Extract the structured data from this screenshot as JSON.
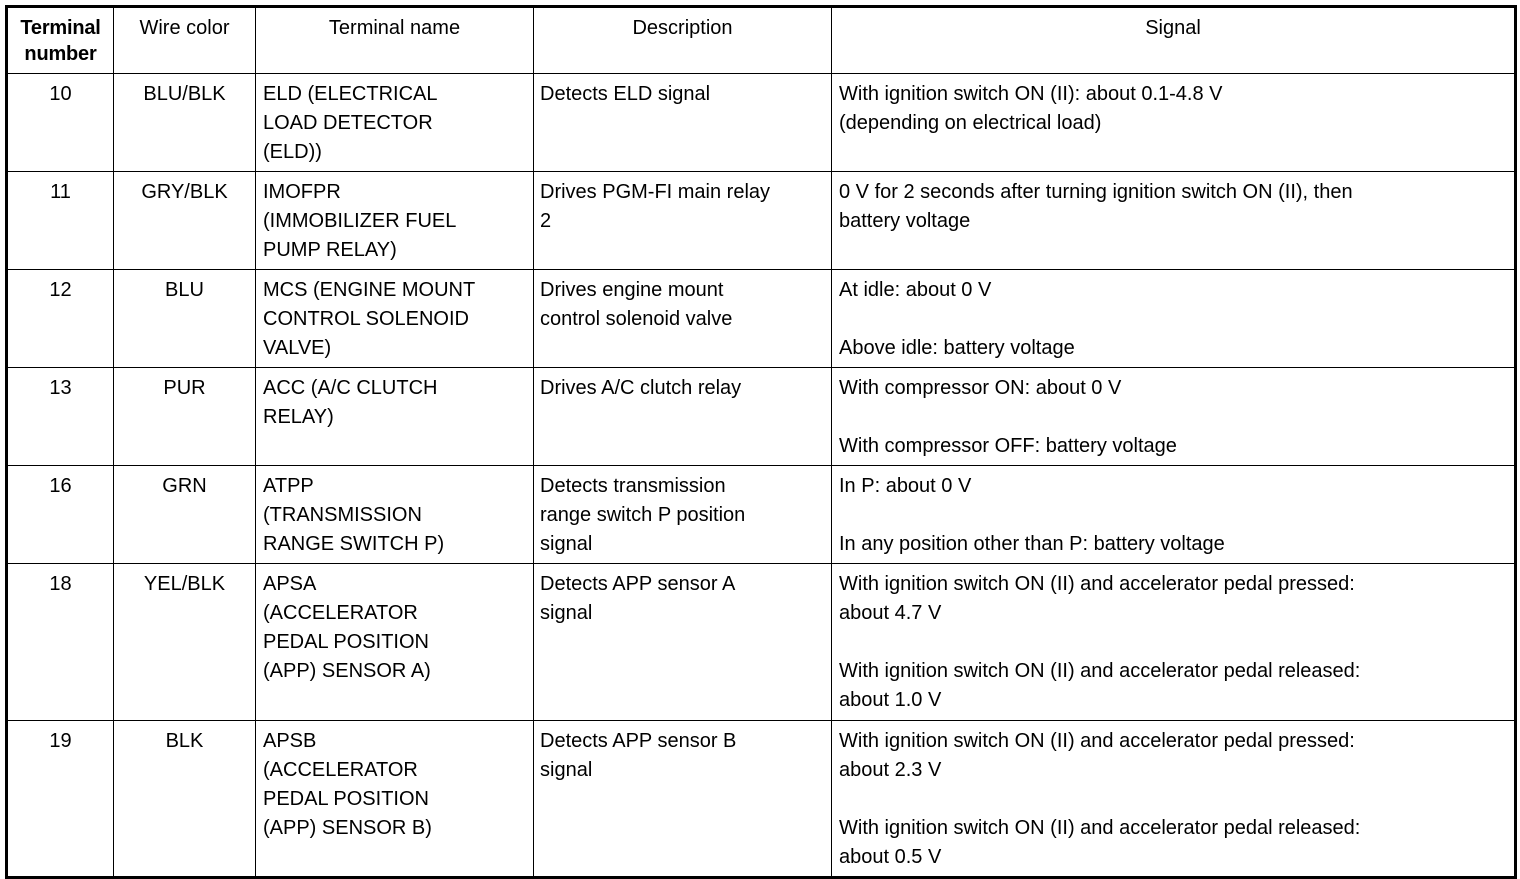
{
  "table": {
    "columns": [
      {
        "key": "terminal_number",
        "label": "Terminal\nnumber",
        "align": "center",
        "bold": true
      },
      {
        "key": "wire_color",
        "label": "Wire color",
        "align": "center",
        "bold": false
      },
      {
        "key": "terminal_name",
        "label": "Terminal name",
        "align": "center",
        "bold": false
      },
      {
        "key": "description",
        "label": "Description",
        "align": "center",
        "bold": false
      },
      {
        "key": "signal",
        "label": "Signal",
        "align": "center",
        "bold": false
      }
    ],
    "rows": [
      {
        "terminal_number": "10",
        "wire_color": "BLU/BLK",
        "terminal_name": "ELD (ELECTRICAL\nLOAD DETECTOR\n(ELD))",
        "description": "Detects ELD signal",
        "signal": "With ignition switch ON (II): about 0.1-4.8 V\n(depending on electrical load)"
      },
      {
        "terminal_number": "11",
        "wire_color": "GRY/BLK",
        "terminal_name": "IMOFPR\n(IMMOBILIZER FUEL\nPUMP RELAY)",
        "description": "Drives PGM-FI main relay\n2",
        "signal": "0 V for 2 seconds after turning ignition switch ON (II), then\nbattery voltage"
      },
      {
        "terminal_number": "12",
        "wire_color": "BLU",
        "terminal_name": "MCS (ENGINE MOUNT\nCONTROL SOLENOID\nVALVE)",
        "description": "Drives engine mount\ncontrol solenoid valve",
        "signal": "At idle: about 0 V\n\nAbove idle: battery voltage"
      },
      {
        "terminal_number": "13",
        "wire_color": "PUR",
        "terminal_name": "ACC (A/C CLUTCH\nRELAY)",
        "description": "Drives A/C clutch relay",
        "signal": "With compressor ON: about 0 V\n\nWith compressor OFF: battery voltage"
      },
      {
        "terminal_number": "16",
        "wire_color": "GRN",
        "terminal_name": "ATPP\n(TRANSMISSION\nRANGE SWITCH P)",
        "description": "Detects transmission\nrange switch P position\nsignal",
        "signal": "In P: about 0 V\n\nIn any position other than P: battery voltage"
      },
      {
        "terminal_number": "18",
        "wire_color": "YEL/BLK",
        "terminal_name": "APSA\n(ACCELERATOR\nPEDAL POSITION\n(APP) SENSOR A)",
        "description": "Detects APP sensor A\nsignal",
        "signal": "With ignition switch ON (II) and accelerator pedal pressed:\nabout 4.7 V\n\nWith ignition switch ON (II) and accelerator pedal released:\nabout 1.0 V"
      },
      {
        "terminal_number": "19",
        "wire_color": "BLK",
        "terminal_name": "APSB\n(ACCELERATOR\nPEDAL POSITION\n(APP) SENSOR B)",
        "description": "Detects APP sensor B\nsignal",
        "signal": "With ignition switch ON (II) and accelerator pedal pressed:\nabout 2.3 V\n\nWith ignition switch ON (II) and accelerator pedal released:\nabout 0.5 V"
      }
    ]
  },
  "colors": {
    "border": "#000000",
    "text": "#000000",
    "background": "#ffffff"
  }
}
